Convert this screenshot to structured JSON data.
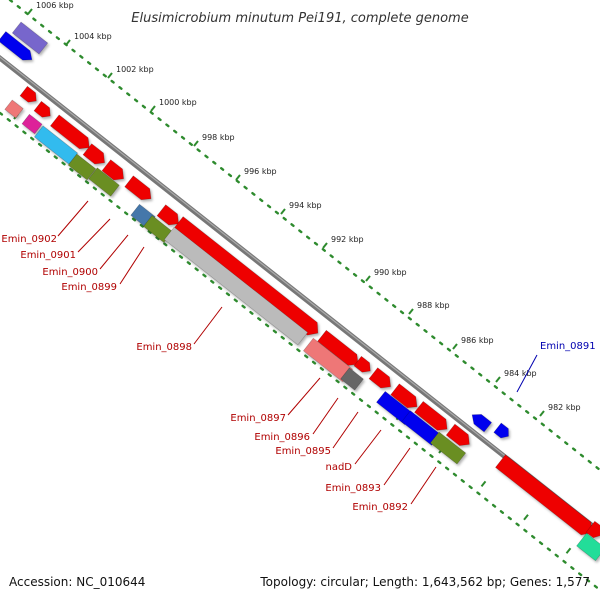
{
  "title": "Elusimicrobium minutum Pei191, complete genome",
  "footer": {
    "accession": "Accession: NC_010644",
    "summary": "Topology: circular; Length: 1,643,562 bp; Genes: 1,577"
  },
  "ruler": {
    "ticks": [
      "1006 kbp",
      "1004 kbp",
      "1002 kbp",
      "1000 kbp",
      "998 kbp",
      "996 kbp",
      "994 kbp",
      "992 kbp",
      "990 kbp",
      "988 kbp",
      "986 kbp",
      "984 kbp",
      "982 kbp"
    ]
  },
  "gene_labels": [
    {
      "text": "Emin_0902",
      "strand": "minus"
    },
    {
      "text": "Emin_0901",
      "strand": "minus"
    },
    {
      "text": "Emin_0900",
      "strand": "minus"
    },
    {
      "text": "Emin_0899",
      "strand": "minus"
    },
    {
      "text": "Emin_0898",
      "strand": "minus"
    },
    {
      "text": "Emin_0897",
      "strand": "minus"
    },
    {
      "text": "Emin_0896",
      "strand": "minus"
    },
    {
      "text": "Emin_0895",
      "strand": "minus"
    },
    {
      "text": "nadD",
      "strand": "minus"
    },
    {
      "text": "Emin_0893",
      "strand": "minus"
    },
    {
      "text": "Emin_0892",
      "strand": "minus"
    },
    {
      "text": "Emin_0891",
      "strand": "plus"
    }
  ],
  "colors": {
    "backbone": "#808080",
    "ruler_dots": "#2e8b2e",
    "minus_label": "#b00000",
    "plus_label": "#0000b0",
    "gene_red": "#ee0000",
    "gene_blue": "#0000ee",
    "gene_olive": "#6b8e23",
    "gene_gray": "#bbbbbb",
    "gene_cyan": "#33bbee",
    "gene_pink": "#ee7777",
    "gene_magenta": "#dd2299",
    "gene_purple": "#7766cc",
    "gene_steel": "#4477aa",
    "gene_darkgray": "#666666",
    "gene_green": "#22dd99"
  }
}
